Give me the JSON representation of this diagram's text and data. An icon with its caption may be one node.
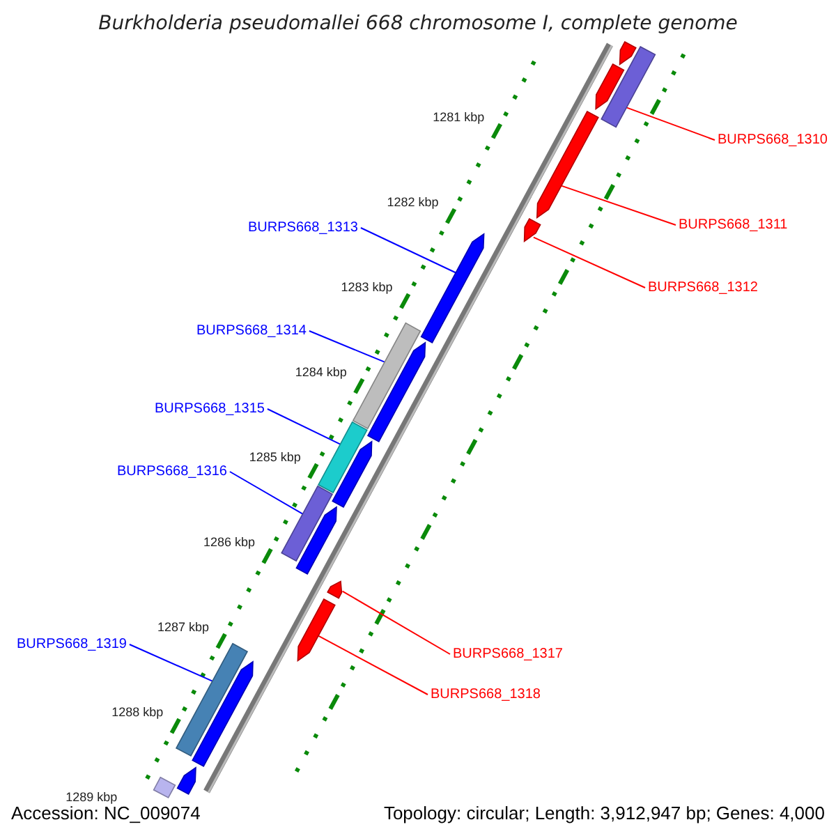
{
  "diagram": {
    "title": "Burkholderia pseudomallei 668 chromosome I, complete genome",
    "nodes": [
      {
        "text": [
          "BURPS668_1310"
        ]
      },
      {
        "text": [
          "BURPS668_1311"
        ]
      },
      {
        "text": [
          "BURPS668_1313"
        ]
      },
      {
        "text": [
          "BURPS668_1312"
        ]
      },
      {
        "text": [
          "BURPS668_1314"
        ]
      },
      {
        "text": [
          "BURPS668_1315"
        ]
      },
      {
        "text": [
          "BURPS668_1316"
        ]
      },
      {
        "text": [
          "BURPS668_1319"
        ]
      },
      {
        "text": [
          "BURPS668_1317"
        ]
      },
      {
        "text": [
          "BURPS668_1318"
        ]
      },
      {
        "text": [],
        "shape": "box"
      },
      {
        "text": [],
        "shape": "pentagon"
      },
      {
        "text": [],
        "shape": "pentagon"
      },
      {
        "text": [],
        "shape": "pentagon"
      },
      {
        "text": [],
        "shape": "box"
      },
      {
        "text": [],
        "shape": "box"
      },
      {
        "text": [],
        "shape": "box"
      },
      {
        "text": [],
        "shape": "pentagon"
      },
      {
        "text": [],
        "shape": "pentagon"
      },
      {
        "text": [],
        "shape": "box"
      },
      {
        "text": [],
        "shape": "pentagon"
      },
      {
        "text": [],
        "shape": "pentagon"
      },
      {
        "text": [],
        "shape": "pentagon"
      },
      {
        "text": [],
        "shape": "pentagon"
      },
      {
        "text": [],
        "shape": "pentagon"
      },
      {
        "text": [],
        "shape": "pentagon"
      },
      {
        "text": [],
        "shape": "pentagon"
      },
      {
        "text": [],
        "shape": "box"
      }
    ],
    "edges": [
      {
        "from": 0,
        "to": 10,
        "arrow": "none"
      },
      {
        "from": 1,
        "to": 11,
        "arrow": "none"
      },
      {
        "from": 2,
        "to": 13,
        "arrow": "none",
        "color": "#0000ff"
      },
      {
        "from": 3,
        "to": 12,
        "arrow": "none"
      },
      {
        "from": 4,
        "to": 14,
        "arrow": "none",
        "color": "#0000ff"
      },
      {
        "from": 5,
        "to": 15,
        "arrow": "none",
        "color": "#0000ff"
      },
      {
        "from": 6,
        "to": 16,
        "arrow": "none",
        "color": "#0000ff"
      },
      {
        "from": 7,
        "to": 19,
        "arrow": "none",
        "color": "#0000ff"
      },
      {
        "from": 8,
        "to": 17,
        "arrow": "none"
      },
      {
        "from": 9,
        "to": 18,
        "arrow": "none"
      }
    ],
    "labels": [
      "1281 kbp",
      "1282 kbp",
      "1283 kbp",
      "1284 kbp",
      "1285 kbp",
      "1286 kbp",
      "1287 kbp",
      "1288 kbp",
      "1289 kbp",
      "Accession: NC_009074",
      "Topology: circular; Length: 3,912,947 bp; Genes: 4,000"
    ]
  }
}
